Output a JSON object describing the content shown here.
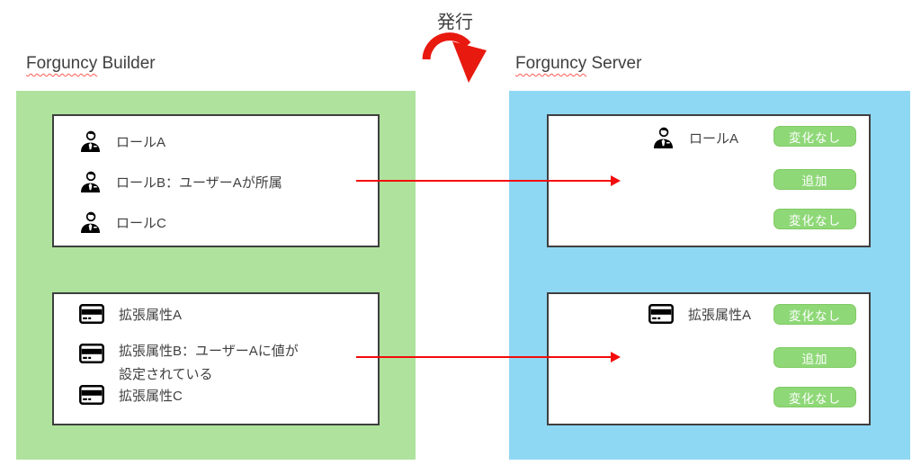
{
  "publish": {
    "label": "発行"
  },
  "builder": {
    "title_brand": "Forguncy",
    "title_rest": " Builder",
    "roles": [
      {
        "icon": "businessman-icon",
        "label": "ロールA"
      },
      {
        "icon": "businessman-icon",
        "label": "ロールB：ユーザーAが所属"
      },
      {
        "icon": "businessman-icon",
        "label": "ロールC"
      }
    ],
    "attributes": [
      {
        "icon": "id-card-icon",
        "label": "拡張属性A"
      },
      {
        "icon": "id-card-icon",
        "label": "拡張属性B：ユーザーAに値が\n設定されている"
      },
      {
        "icon": "id-card-icon",
        "label": "拡張属性C"
      }
    ]
  },
  "server": {
    "title_brand": "Forguncy",
    "title_rest": " Server",
    "role_box": {
      "icon": "businessman-icon",
      "label": "ロールA",
      "badges": [
        "変化なし",
        "追加",
        "変化なし"
      ]
    },
    "attribute_box": {
      "icon": "id-card-icon",
      "label": "拡張属性A",
      "badges": [
        "変化なし",
        "追加",
        "変化なし"
      ]
    }
  },
  "colors": {
    "builder_panel": "#AEE29D",
    "server_panel": "#8FD8F4",
    "badge_fill": "#8FD878",
    "badge_border": "#7ECB63",
    "arrow_red": "#F40B0B",
    "box_border": "#3F3F3F",
    "text": "#3F3F3F"
  }
}
